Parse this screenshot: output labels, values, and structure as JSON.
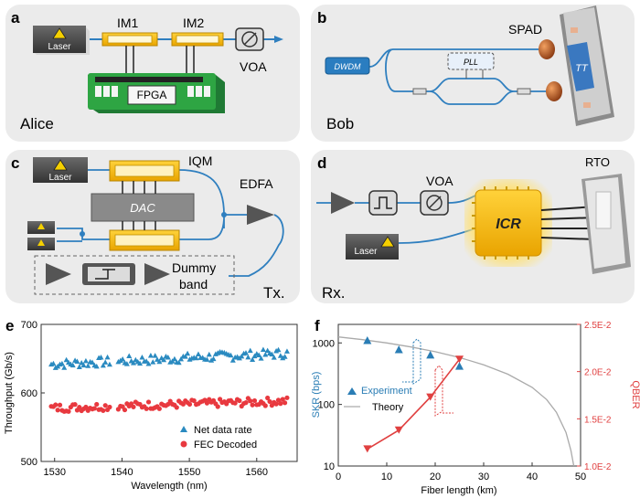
{
  "panels": {
    "a": {
      "letter": "a",
      "title": "Alice",
      "laser": "Laser",
      "im1": "IM1",
      "im2": "IM2",
      "fpga": "FPGA",
      "voa": "VOA"
    },
    "b": {
      "letter": "b",
      "title": "Bob",
      "dwdm": "DWDM",
      "pll": "PLL",
      "spad": "SPAD",
      "tt": "TT"
    },
    "c": {
      "letter": "c",
      "title": "Tx.",
      "laser": "Laser",
      "iqm": "IQM",
      "dac": "DAC",
      "edfa": "EDFA",
      "dummy1": "Dummy",
      "dummy2": "band"
    },
    "d": {
      "letter": "d",
      "title": "Rx.",
      "voa": "VOA",
      "rto": "RTO",
      "icr": "ICR",
      "laser": "Laser"
    }
  },
  "colors": {
    "fiber": "#2f7fbf",
    "gold": "#f2b300",
    "net": "#2a8ac0",
    "fec": "#e8393f",
    "theory": "#aaaaaa",
    "qber": "#e04040"
  },
  "chart_data": [
    {
      "id": "e",
      "letter": "e",
      "type": "scatter",
      "xlabel": "Wavelength (nm)",
      "ylabel": "Throughput (Gb/s)",
      "xlim": [
        1528,
        1566
      ],
      "ylim": [
        500,
        700
      ],
      "xticks": [
        1530,
        1540,
        1550,
        1560
      ],
      "yticks": [
        500,
        600,
        700
      ],
      "legend_position": "bottom-right",
      "series": [
        {
          "name": "Net data rate",
          "marker": "triangle",
          "x_start": 1529.5,
          "x_end": 1564.5,
          "y_start": 642,
          "y_end": 658,
          "noise": 7,
          "gap": [
            1538.3,
            1539.2
          ]
        },
        {
          "name": "FEC Decoded",
          "marker": "circle",
          "x_start": 1529.5,
          "x_end": 1564.5,
          "y_start": 578,
          "y_end": 588,
          "noise": 6,
          "gap": [
            1538.3,
            1539.2
          ]
        }
      ]
    },
    {
      "id": "f",
      "letter": "f",
      "type": "line",
      "xlabel": "Fiber length (km)",
      "ylabel": "SKR (bps)",
      "y2label": "QBER",
      "xlim": [
        0,
        50
      ],
      "xticks": [
        0,
        10,
        20,
        30,
        40,
        50
      ],
      "yscale": "log",
      "ylim": [
        10,
        2000
      ],
      "yticks": [
        10,
        100,
        1000
      ],
      "y2lim": [
        0.01,
        0.025
      ],
      "y2ticks": [
        "1.0E-2",
        "1.5E-2",
        "2.0E-2",
        "2.5E-2"
      ],
      "legend_position": "middle-left",
      "theory": {
        "name": "Theory",
        "x": [
          0,
          5,
          10,
          15,
          20,
          25,
          30,
          35,
          40,
          43,
          45,
          47,
          48,
          48.6
        ],
        "y": [
          1250,
          1130,
          1000,
          860,
          720,
          580,
          440,
          310,
          190,
          120,
          75,
          35,
          18,
          10
        ]
      },
      "experiment": {
        "name": "Experiment",
        "x": [
          6,
          12.5,
          19,
          25
        ],
        "y": [
          1100,
          780,
          640,
          420
        ]
      },
      "qber": {
        "x": [
          6,
          12.5,
          19,
          25
        ],
        "y": [
          0.0118,
          0.0138,
          0.0173,
          0.0213
        ]
      }
    }
  ]
}
